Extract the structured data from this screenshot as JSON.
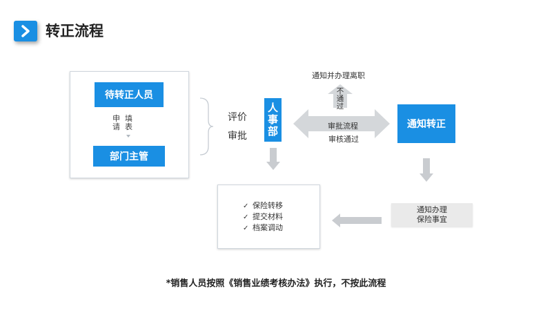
{
  "header": {
    "title": "转正流程",
    "icon": "chevron-right-icon",
    "accent": "#1a8fe3"
  },
  "left_panel": {
    "pending": "待转正人员",
    "apply": "申请",
    "fill_form": "填表",
    "manager": "部门主管"
  },
  "evaluation": {
    "line1": "评价",
    "line2": "审批"
  },
  "hr": {
    "char1": "人",
    "char2": "事",
    "char3": "部"
  },
  "center": {
    "notify_resign": "通知并办理离职",
    "not_pass": "不通过",
    "review_flow": "审批流程",
    "review_pass": "审核通过"
  },
  "notify_regular": "通知转正",
  "insurance": {
    "line1": "通知办理",
    "line2": "保险事宜"
  },
  "result": {
    "items": [
      "保险转移",
      "提交材料",
      "档案调动"
    ],
    "check_glyph": "✓"
  },
  "footnote": "*销售人员按照《销售业绩考核办法》执行，不按此流程",
  "colors": {
    "blue": "#1a8fe3",
    "arrow_gray": "#c9ccd0",
    "panel_border": "#cfd6dd"
  }
}
